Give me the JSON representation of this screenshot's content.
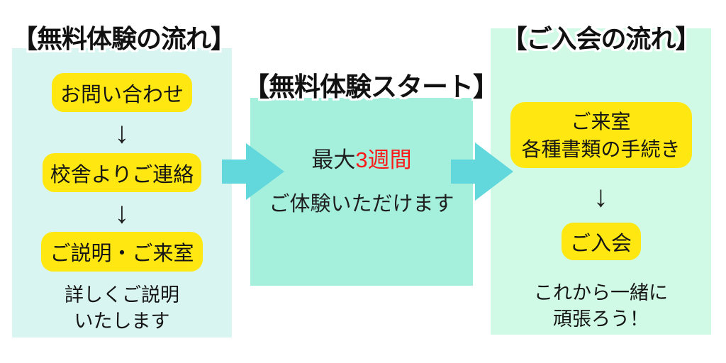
{
  "left_panel": {
    "title": "【無料体験の流れ】",
    "steps": [
      "お問い合わせ",
      "校舎よりご連絡",
      "ご説明・ご来室"
    ],
    "note_line1": "詳しくご説明",
    "note_line2": "いたします"
  },
  "center": {
    "title": "【無料体験スタート】",
    "line1_black": "最大",
    "line1_red": "3週間",
    "line2": "ご体験いただけます"
  },
  "right_panel": {
    "title": "【ご入会の流れ】",
    "step1_line1": "ご来室",
    "step1_line2": "各種書類の手続き",
    "step2": "ご入会",
    "note_line1": "これから一緒に",
    "note_line2": "頑張ろう！"
  },
  "glyphs": {
    "down_arrow": "↓"
  },
  "colors": {
    "left_panel_bg": "#d9f5f1",
    "right_panel_bg": "#d0fae5",
    "center_box_bg": "#a5f0dc",
    "step_highlight_yellow": "#ffe812",
    "flow_arrow_turquoise": "#62d8dd",
    "title_text": "#111111",
    "body_text": "#1c1c1c",
    "accent_red": "#fa1a1a",
    "page_background": "#ffffff"
  }
}
